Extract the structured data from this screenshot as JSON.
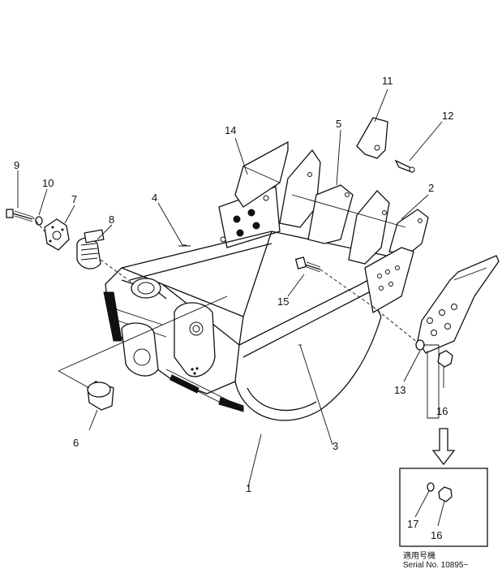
{
  "diagram": {
    "callouts": [
      "1",
      "2",
      "3",
      "4",
      "5",
      "6",
      "7",
      "8",
      "9",
      "10",
      "11",
      "12",
      "13",
      "14",
      "15",
      "16",
      "16",
      "17"
    ],
    "serial_label_jp": "適用号機",
    "serial_label": "Serial No. 10895~"
  }
}
